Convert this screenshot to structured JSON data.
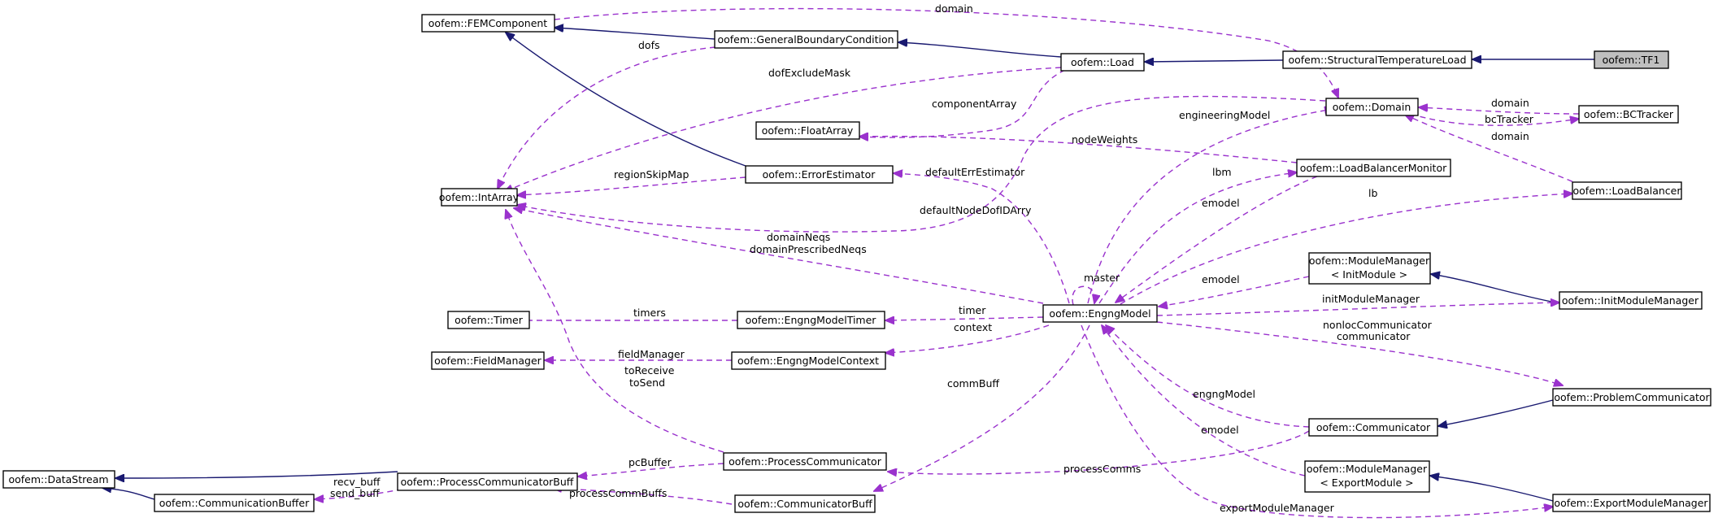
{
  "nodes": {
    "tf1": "oofem::TF1",
    "structuralTemperatureLoad": "oofem::StructuralTemperatureLoad",
    "load": "oofem::Load",
    "generalBoundaryCondition": "oofem::GeneralBoundaryCondition",
    "femComponent": "oofem::FEMComponent",
    "intArray": "oofem::IntArray",
    "floatArray": "oofem::FloatArray",
    "domain": "oofem::Domain",
    "bcTracker": "oofem::BCTracker",
    "loadBalancer": "oofem::LoadBalancer",
    "loadBalancerMonitor": "oofem::LoadBalancerMonitor",
    "errorEstimator": "oofem::ErrorEstimator",
    "engngModel": "oofem::EngngModel",
    "timer": "oofem::Timer",
    "engngModelTimer": "oofem::EngngModelTimer",
    "fieldManager": "oofem::FieldManager",
    "engngModelContext": "oofem::EngngModelContext",
    "moduleManagerInit": [
      "oofem::ModuleManager",
      "< InitModule >"
    ],
    "initModuleManager": "oofem::InitModuleManager",
    "problemCommunicator": "oofem::ProblemCommunicator",
    "communicator": "oofem::Communicator",
    "moduleManagerExport": [
      "oofem::ModuleManager",
      "< ExportModule >"
    ],
    "exportModuleManager": "oofem::ExportModuleManager",
    "processCommunicator": "oofem::ProcessCommunicator",
    "communicatorBuff": "oofem::CommunicatorBuff",
    "dataStream": "oofem::DataStream",
    "processCommunicatorBuff": "oofem::ProcessCommunicatorBuff",
    "communicationBuffer": "oofem::CommunicationBuffer"
  },
  "edge_labels": {
    "domain_top": "domain",
    "dofs": "dofs",
    "dofExcludeMask": "dofExcludeMask",
    "componentArray": "componentArray",
    "engineeringModel": "engineeringModel",
    "nodeWeights": "nodeWeights",
    "regionSkipMap": "regionSkipMap",
    "defaultErrEstimator": "defaultErrEstimator",
    "lbm": "lbm",
    "emodel_lbm": "emodel",
    "defaultNodeDofIDArry": "defaultNodeDofIDArry",
    "lb": "lb",
    "domainNeqs": "domainNeqs",
    "domainPrescribedNeqs": "domainPrescribedNeqs",
    "master": "master",
    "emodel_init": "emodel",
    "timers": "timers",
    "timer": "timer",
    "initModuleManager": "initModuleManager",
    "context": "context",
    "fieldManager": "fieldManager",
    "nonlocCommunicator": "nonlocCommunicator",
    "communicator": "communicator",
    "toReceive": "toReceive",
    "toSend": "toSend",
    "commBuff": "commBuff",
    "engngModel": "engngModel",
    "emodel_export": "emodel",
    "pcBuffer": "pcBuffer",
    "processComms": "processComms",
    "recv_buff": "recv_buff",
    "send_buff": "send_buff",
    "processCommBuffs": "processCommBuffs",
    "exportModuleManager": "exportModuleManager",
    "domain_bc": "domain",
    "bcTracker": "bcTracker",
    "domain_lb": "domain"
  },
  "colors": {
    "inheritance": "#191970",
    "usage": "#9a32cd",
    "highlight_fill": "#bfbfbf"
  }
}
